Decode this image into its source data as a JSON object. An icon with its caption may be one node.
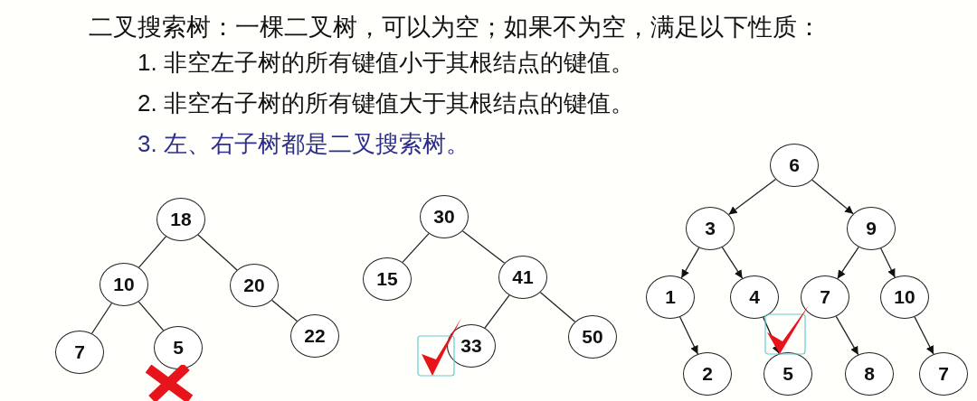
{
  "diagram": {
    "title": "二叉搜索树：一棵二叉树，可以为空；如果不为空，满足以下性质：",
    "nodes": [
      {
        "text": [
          "18"
        ]
      },
      {
        "text": [
          "10"
        ]
      },
      {
        "text": [
          "20"
        ]
      },
      {
        "text": [
          "7"
        ]
      },
      {
        "text": [
          "5"
        ]
      },
      {
        "text": [
          "22"
        ]
      },
      {
        "text": [
          "30"
        ]
      },
      {
        "text": [
          "15"
        ]
      },
      {
        "text": [
          "41"
        ]
      },
      {
        "text": [
          "33"
        ]
      },
      {
        "text": [
          "50"
        ]
      },
      {
        "text": [
          "6"
        ]
      },
      {
        "text": [
          "3"
        ]
      },
      {
        "text": [
          "9"
        ]
      },
      {
        "text": [
          "1"
        ]
      },
      {
        "text": [
          "4"
        ]
      },
      {
        "text": [
          "7"
        ]
      },
      {
        "text": [
          "10"
        ]
      },
      {
        "text": [
          "2"
        ]
      },
      {
        "text": [
          "5"
        ]
      },
      {
        "text": [
          "8"
        ]
      },
      {
        "text": [
          "7"
        ]
      }
    ],
    "edges": [
      {
        "from": 0,
        "to": 1,
        "arrow": "none"
      },
      {
        "from": 0,
        "to": 2,
        "arrow": "none"
      },
      {
        "from": 1,
        "to": 3,
        "arrow": "none"
      },
      {
        "from": 1,
        "to": 4,
        "arrow": "none"
      },
      {
        "from": 2,
        "to": 5,
        "arrow": "none"
      },
      {
        "from": 6,
        "to": 7,
        "arrow": "none"
      },
      {
        "from": 6,
        "to": 8,
        "arrow": "none"
      },
      {
        "from": 8,
        "to": 9,
        "arrow": "none"
      },
      {
        "from": 8,
        "to": 10,
        "arrow": "none"
      },
      {
        "from": 11,
        "to": 12,
        "arrow": "to"
      },
      {
        "from": 11,
        "to": 13,
        "arrow": "to"
      },
      {
        "from": 12,
        "to": 14,
        "arrow": "to"
      },
      {
        "from": 12,
        "to": 15,
        "arrow": "to"
      },
      {
        "from": 13,
        "to": 16,
        "arrow": "to"
      },
      {
        "from": 13,
        "to": 17,
        "arrow": "to"
      },
      {
        "from": 14,
        "to": 18,
        "arrow": "to"
      },
      {
        "from": 15,
        "to": 19,
        "arrow": "to"
      },
      {
        "from": 16,
        "to": 20,
        "arrow": "to"
      },
      {
        "from": 17,
        "to": 21,
        "arrow": "to"
      }
    ],
    "labels": [
      "1. 非空左子树的所有键值小于其根结点的键值。",
      "2. 非空右子树的所有键值大于其根结点的键值。",
      "3. 左、右子树都是二叉搜索树。"
    ]
  }
}
